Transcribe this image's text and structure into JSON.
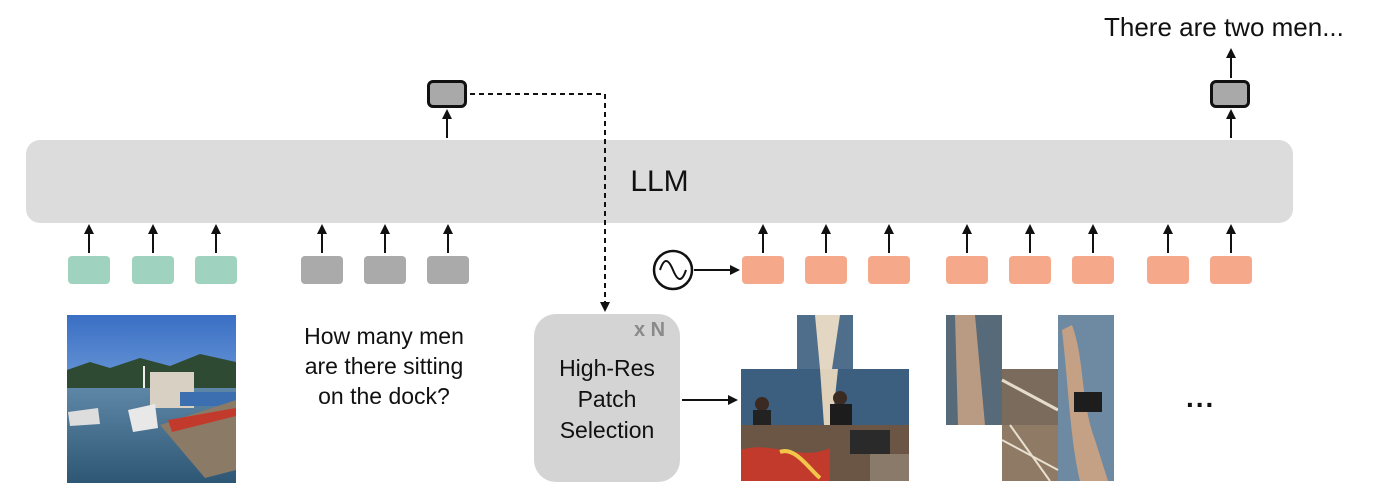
{
  "llm": {
    "label": "LLM"
  },
  "output": {
    "text": "There are two men..."
  },
  "question": {
    "lines": [
      "How many men",
      "are there sitting",
      "on the dock?"
    ]
  },
  "patch_selector": {
    "lines": [
      "High-Res",
      "Patch",
      "Selection"
    ],
    "repeat": "x N"
  },
  "continuation": {
    "ellipsis": "..."
  },
  "tokens": {
    "image": {
      "color": "#9fd3bf",
      "count": 3
    },
    "text": {
      "color": "#aaaaaa",
      "count": 3
    },
    "patch": {
      "color": "#f5a98a",
      "count": 8
    }
  },
  "icons": {
    "positional_encoding": "sine-wave-icon",
    "repeat": "refresh-icon"
  }
}
